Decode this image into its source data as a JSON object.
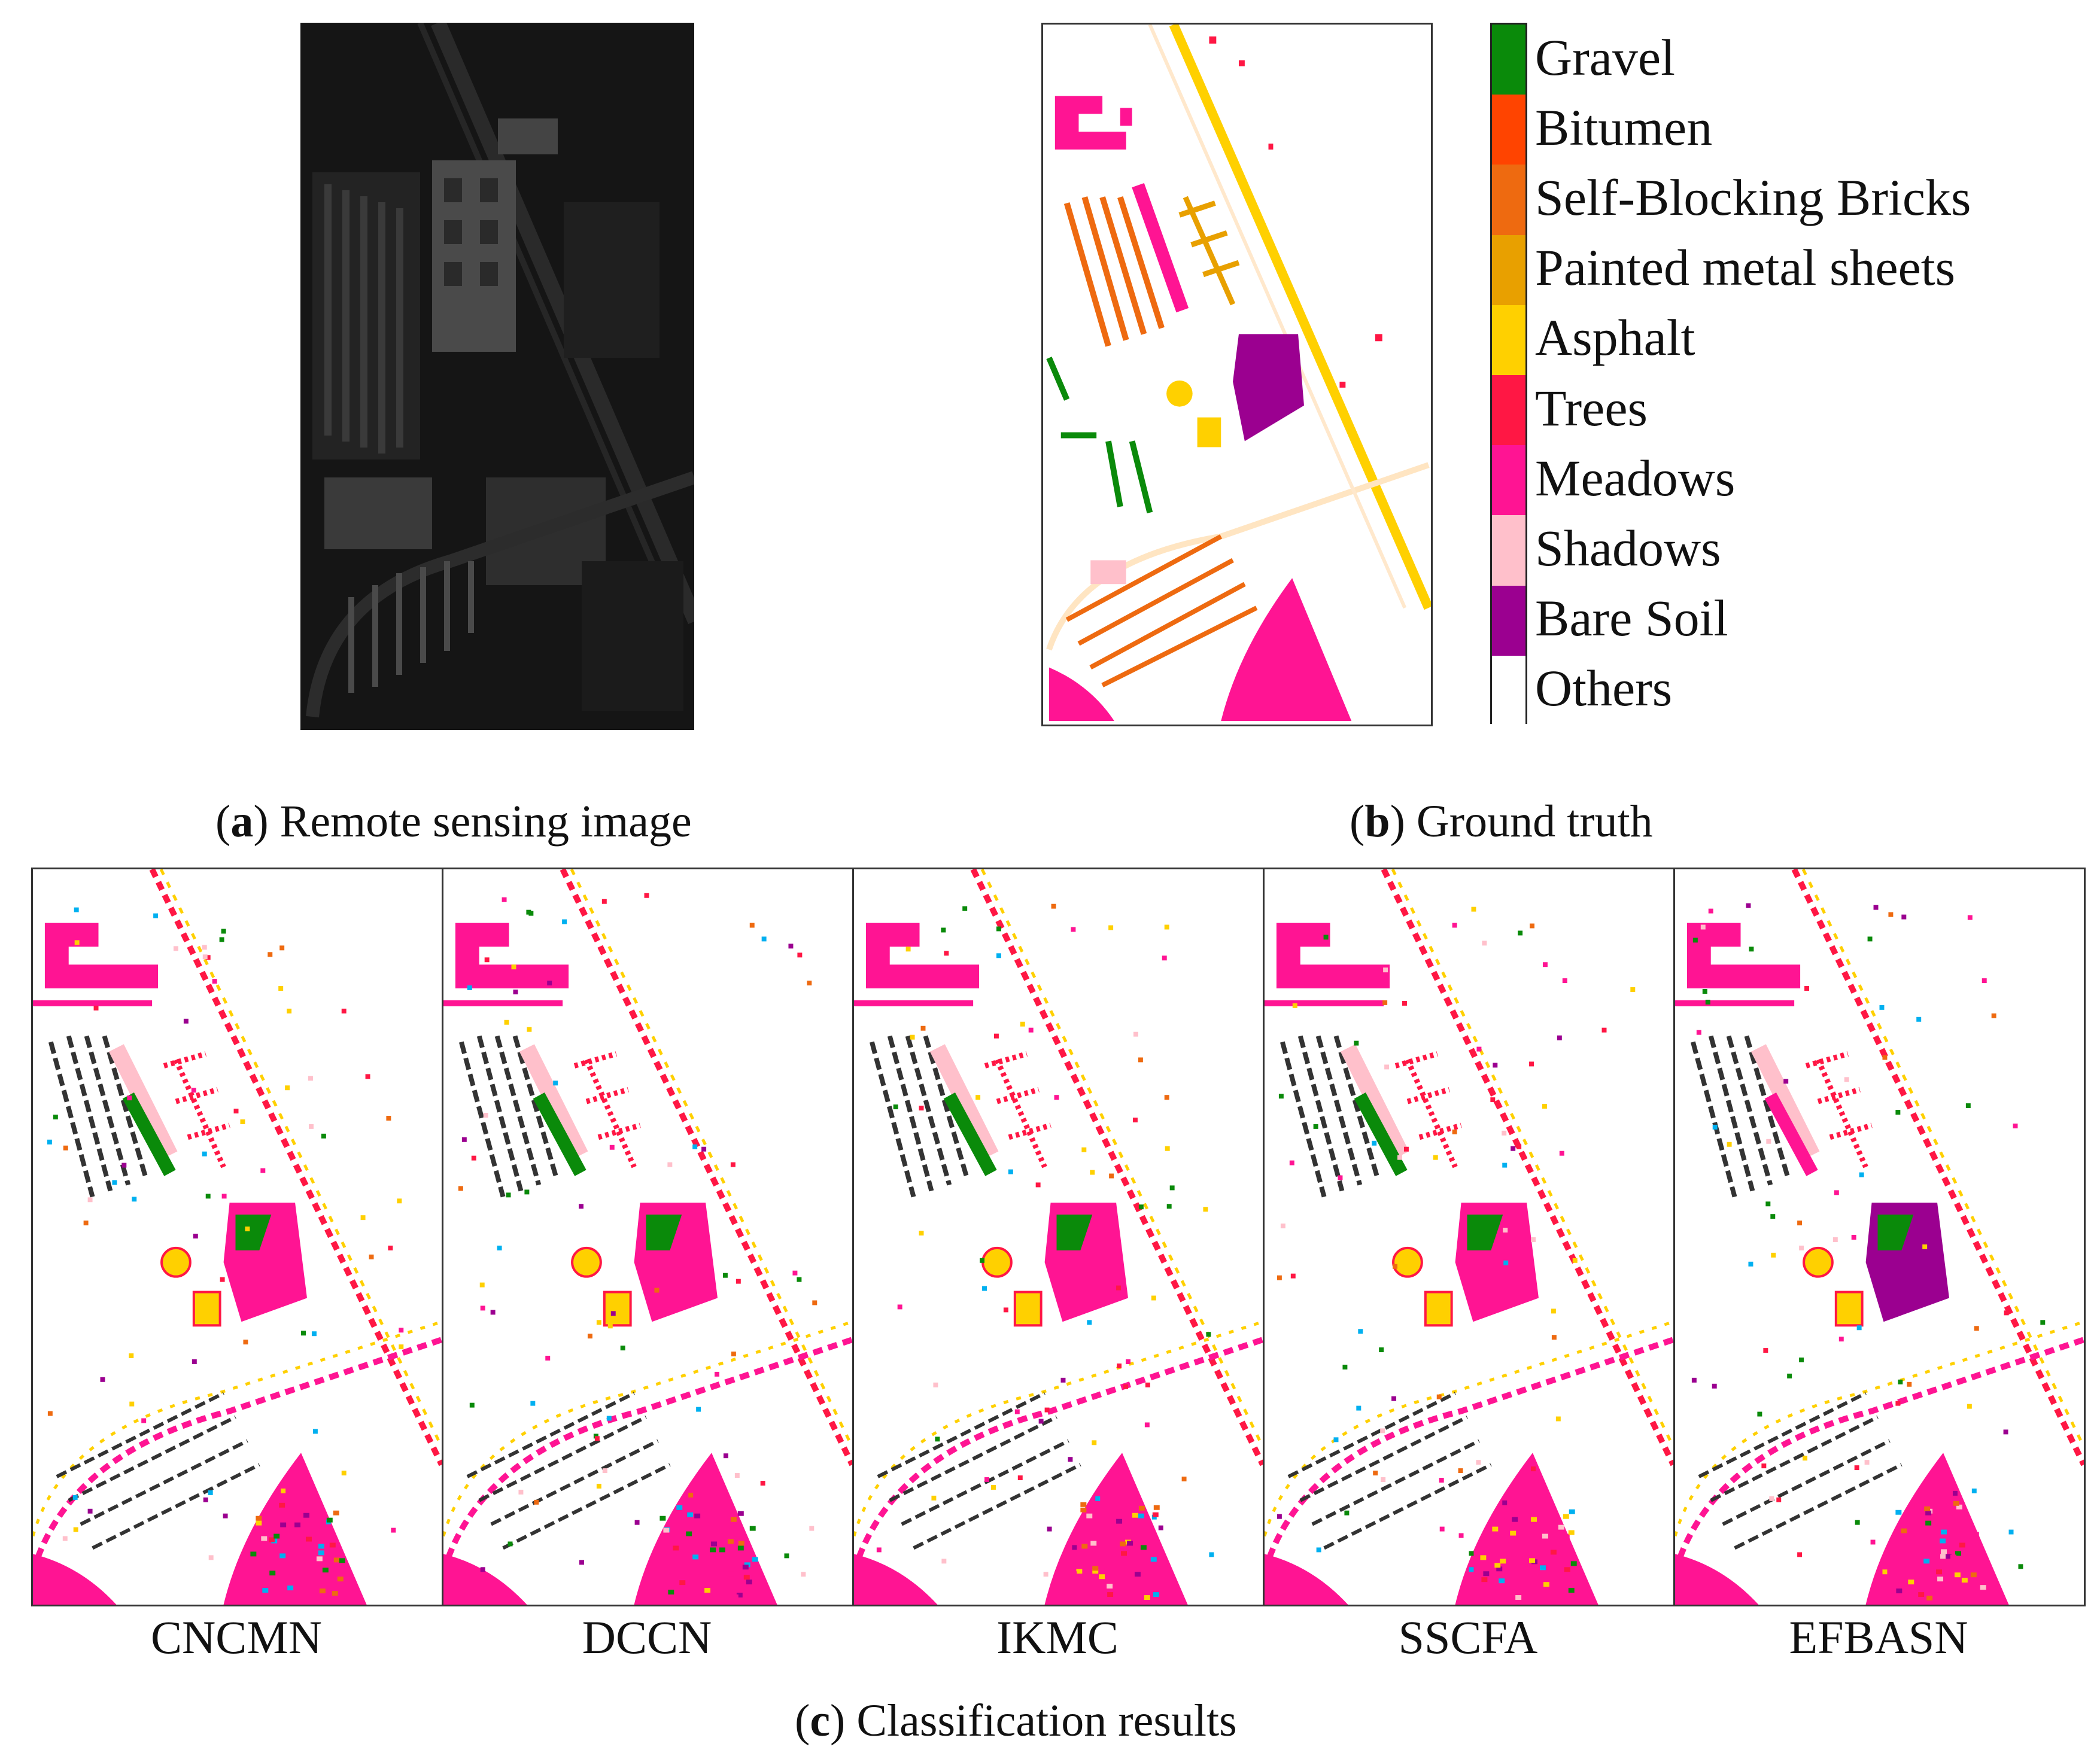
{
  "panels": {
    "a": {
      "letter": "a",
      "text": " Remote sensing image"
    },
    "b": {
      "letter": "b",
      "text": " Ground truth"
    },
    "c": {
      "letter": "c",
      "text": " Classification results"
    }
  },
  "legend": [
    {
      "label": "Gravel",
      "color": "#0a8a0a"
    },
    {
      "label": "Bitumen",
      "color": "#ff4400"
    },
    {
      "label": "Self-Blocking Bricks",
      "color": "#ee6a10"
    },
    {
      "label": "Painted metal sheets",
      "color": "#e8a000"
    },
    {
      "label": "Asphalt",
      "color": "#ffd000"
    },
    {
      "label": "Trees",
      "color": "#ff1744"
    },
    {
      "label": "Meadows",
      "color": "#ff1493"
    },
    {
      "label": "Shadows",
      "color": "#ffc0cb"
    },
    {
      "label": "Bare Soil",
      "color": "#9b0090"
    },
    {
      "label": "Others",
      "color": "#ffffff"
    }
  ],
  "methods": [
    "CNCMN",
    "DCCN",
    "IKMC",
    "SSCFA",
    "EFBASN"
  ],
  "open_paren": "(",
  "close_paren": ")"
}
